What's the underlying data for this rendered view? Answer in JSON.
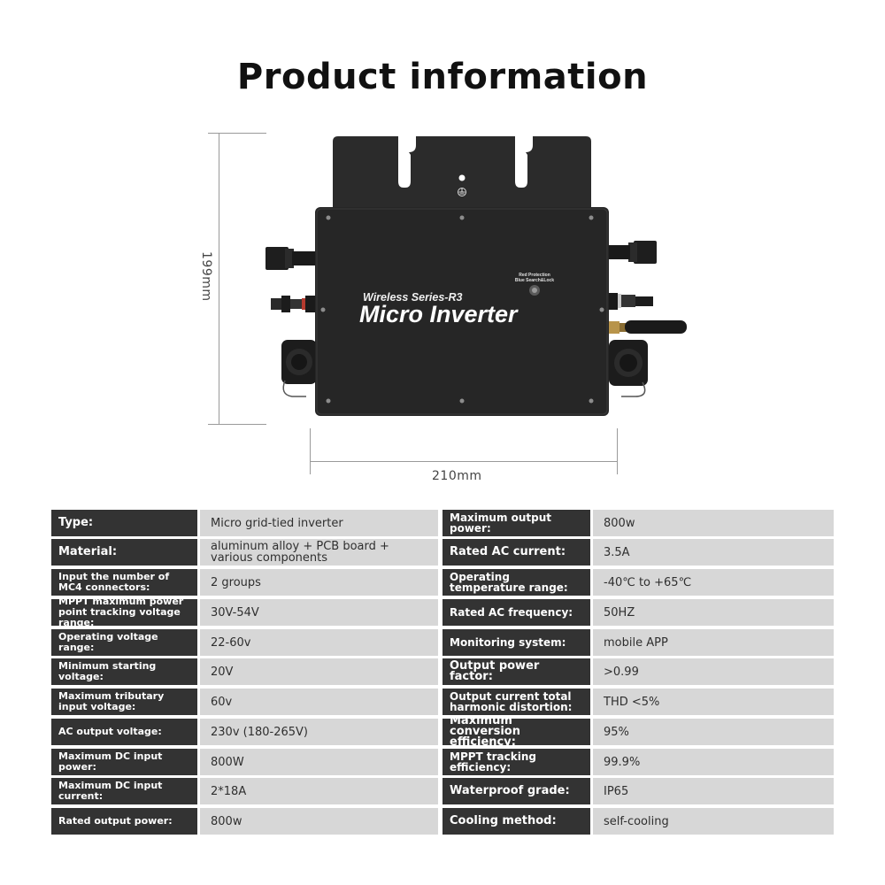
{
  "title": "Product information",
  "dimensions": {
    "height": "199mm",
    "width": "210mm"
  },
  "product": {
    "series": "Wireless Series-R3",
    "name": "Micro Inverter",
    "indicator_line1": "Red Protection",
    "indicator_line2": "Blue Search&Lock"
  },
  "specs": [
    {
      "label1": "Type:",
      "value1": "Micro grid-tied inverter",
      "label2": "Maximum output power:",
      "value2": "800w"
    },
    {
      "label1": "Material:",
      "value1": "aluminum alloy + PCB board + various components",
      "label2": "Rated AC current:",
      "value2": "3.5A"
    },
    {
      "label1": "Input the number of MC4 connectors:",
      "value1": "2 groups",
      "label2": "Operating temperature range:",
      "value2": "-40℃ to +65℃"
    },
    {
      "label1": "MPPT maximum power point tracking voltage range:",
      "value1": "30V-54V",
      "label2": "Rated AC frequency:",
      "value2": "50HZ"
    },
    {
      "label1": "Operating voltage range:",
      "value1": "22-60v",
      "label2": "Monitoring system:",
      "value2": "mobile APP"
    },
    {
      "label1": "Minimum starting voltage:",
      "value1": "20V",
      "label2": "Output power factor:",
      "value2": ">0.99"
    },
    {
      "label1": "Maximum tributary input voltage:",
      "value1": "60v",
      "label2": "Output current total harmonic distortion:",
      "value2": "THD <5%"
    },
    {
      "label1": "AC output voltage:",
      "value1": "230v (180-265V)",
      "label2": "Maximum conversion efficiency:",
      "value2": "95%"
    },
    {
      "label1": "Maximum DC input power:",
      "value1": "800W",
      "label2": "MPPT tracking efficiency:",
      "value2": "99.9%"
    },
    {
      "label1": "Maximum DC input current:",
      "value1": "2*18A",
      "label2": "Waterproof grade:",
      "value2": "IP65"
    },
    {
      "label1": "Rated output power:",
      "value1": "800w",
      "label2": "Cooling method:",
      "value2": "self-cooling"
    }
  ]
}
